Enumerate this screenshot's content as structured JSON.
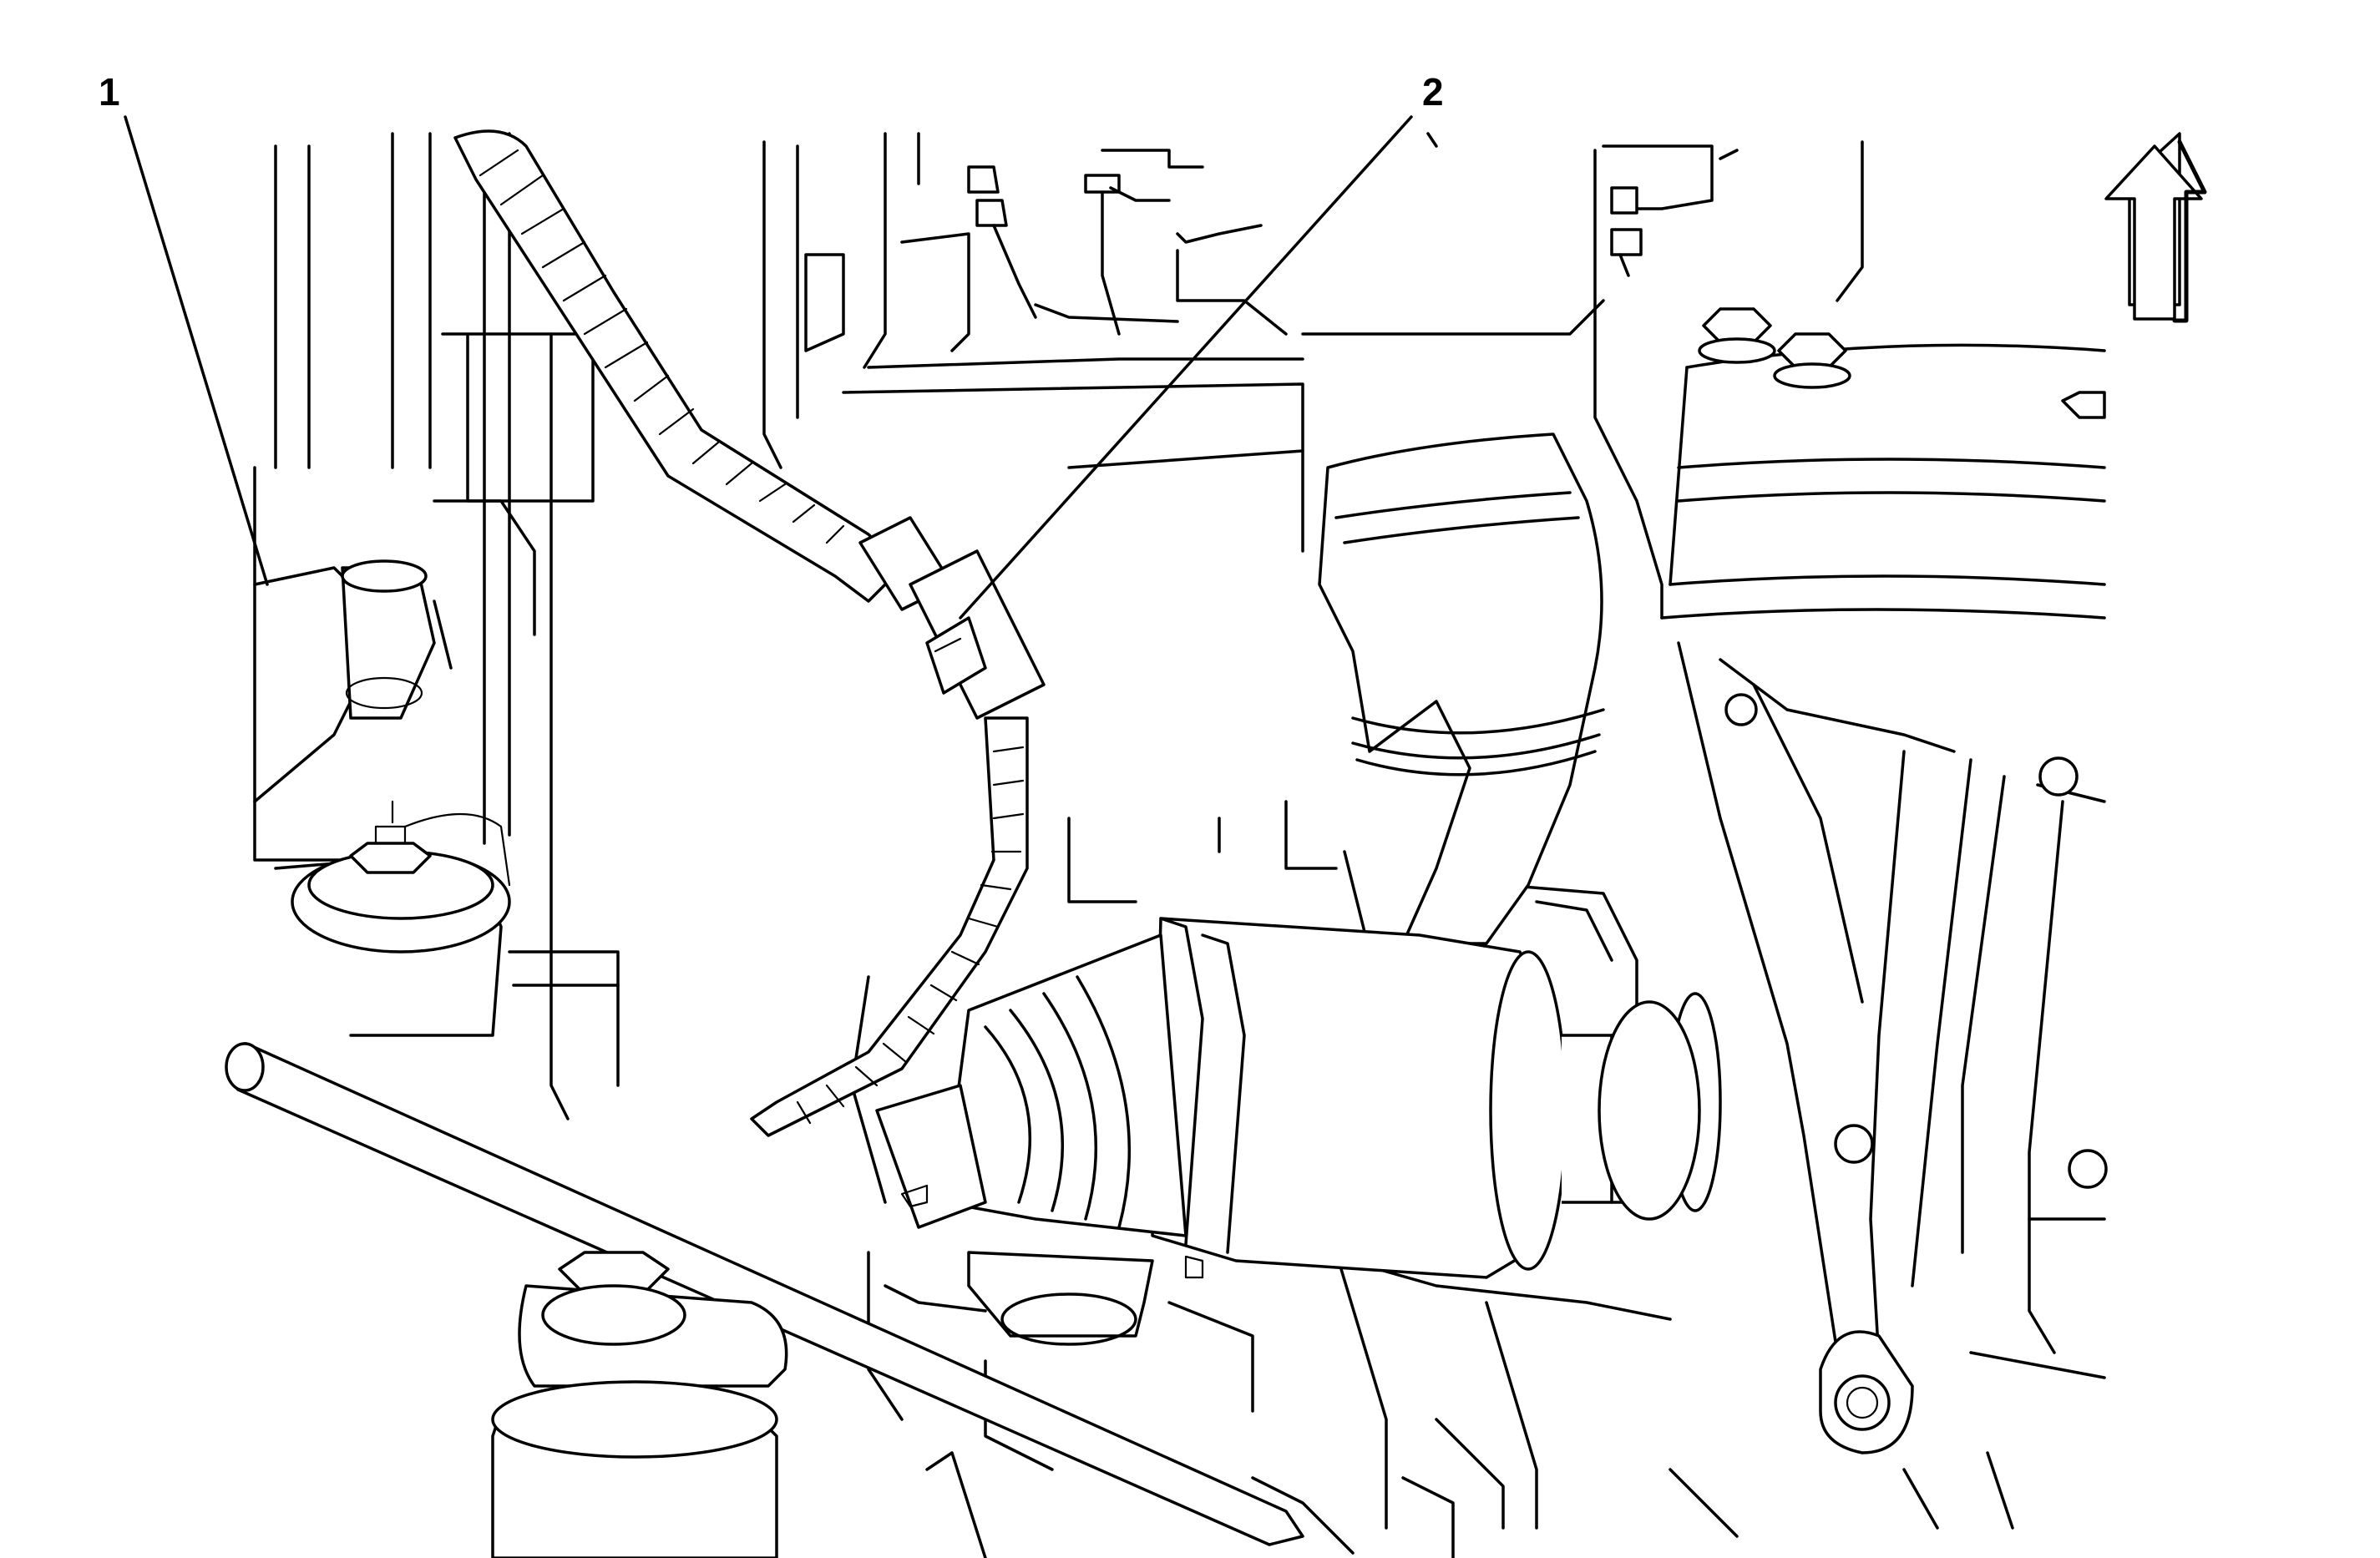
{
  "callouts": [
    {
      "id": "1",
      "label": "1"
    },
    {
      "id": "2",
      "label": "2"
    }
  ],
  "orientation_arrow": {
    "icon": "arrow-up-icon",
    "meaning": "vehicle front"
  },
  "colors": {
    "line": "#000000",
    "background": "#ffffff"
  }
}
